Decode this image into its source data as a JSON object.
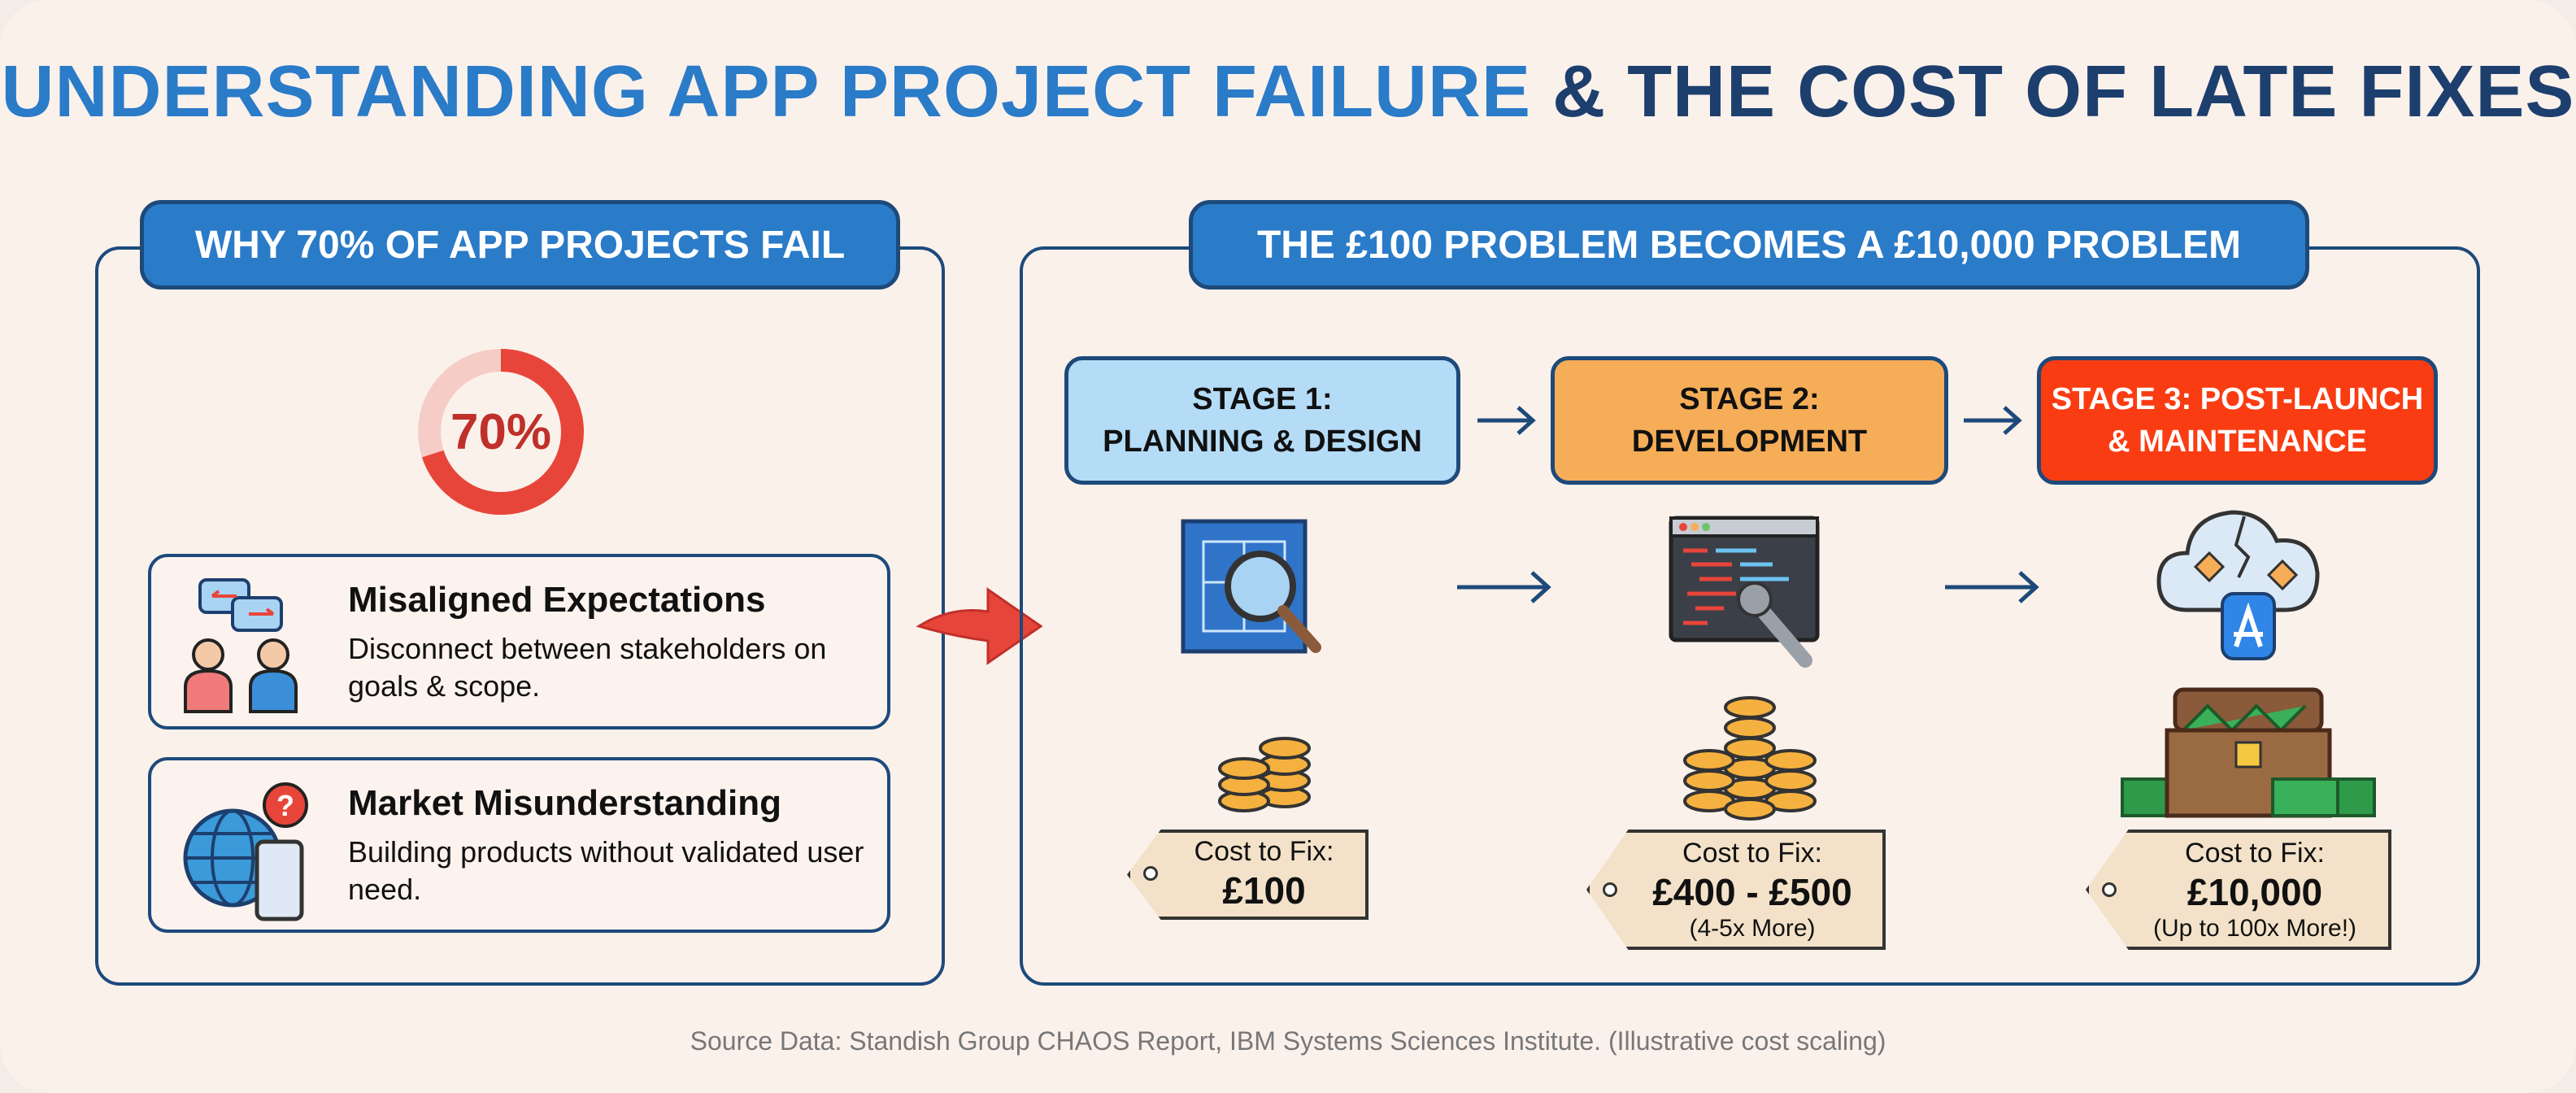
{
  "title": {
    "part1": "UNDERSTANDING APP PROJECT FAILURE",
    "part2": "& THE COST OF LATE FIXES"
  },
  "left_panel": {
    "header": "WHY 70% OF APP PROJECTS FAIL",
    "donut": {
      "label": "70%",
      "value": 0.7
    },
    "cards": [
      {
        "icon": "stakeholders-chat-icon",
        "title": "Misaligned Expectations",
        "desc": "Disconnect between stakeholders on goals & scope."
      },
      {
        "icon": "globe-phone-question-icon",
        "title": "Market Misunderstanding",
        "desc": "Building products without validated user need."
      }
    ]
  },
  "right_panel": {
    "header": "THE £100 PROBLEM BECOMES A £10,000 PROBLEM",
    "stages": [
      {
        "line1": "STAGE 1:",
        "line2": "PLANNING & DESIGN",
        "color": "#b5dcf7",
        "icon": "blueprint-magnifier-icon",
        "cost_label": "Cost to Fix:",
        "cost": "£100",
        "note": ""
      },
      {
        "line1": "STAGE 2:",
        "line2": "DEVELOPMENT",
        "color": "#f6ad58",
        "icon": "code-wrench-icon",
        "cost_label": "Cost to Fix:",
        "cost": "£400 - £500",
        "note": "(4-5x More)"
      },
      {
        "line1": "STAGE 3: POST-LAUNCH",
        "line2": "& MAINTENANCE",
        "color": "#fa3c12",
        "icon": "cloud-bug-appstore-icon",
        "cost_label": "Cost to Fix:",
        "cost": "£10,000",
        "note": "(Up to 100x More!)"
      }
    ]
  },
  "footer": "Source Data: Standish Group CHAOS Report, IBM Systems Sciences Institute. (Illustrative cost scaling)",
  "colors": {
    "blue": "#2a7bc8",
    "navy": "#1d3f6e",
    "red": "#e8453a"
  }
}
